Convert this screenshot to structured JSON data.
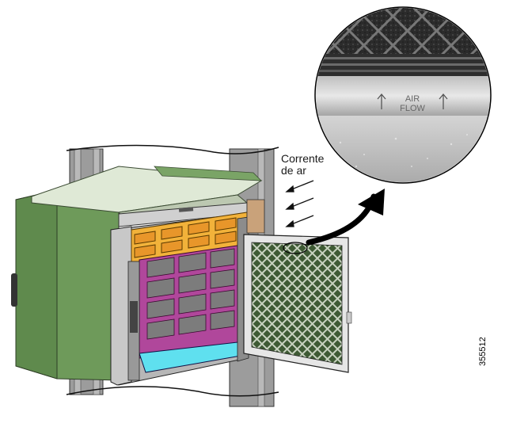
{
  "callout": {
    "label_line1": "Corrente",
    "label_line2": "de ar"
  },
  "detail": {
    "stamp_line1": "AIR",
    "stamp_line2": "FLOW"
  },
  "figure_id": "355512",
  "colors": {
    "chassis_green": "#6e9a5a",
    "chassis_top": "#dfe9d6",
    "rack_gray": "#9a9a9a",
    "slot_orange": "#f2b23a",
    "slot_magenta": "#b0479b",
    "fan_tray_cyan": "#5fe0ef",
    "filter_door": "#e6e6e6",
    "filter_mesh": "#4d6b3f"
  }
}
